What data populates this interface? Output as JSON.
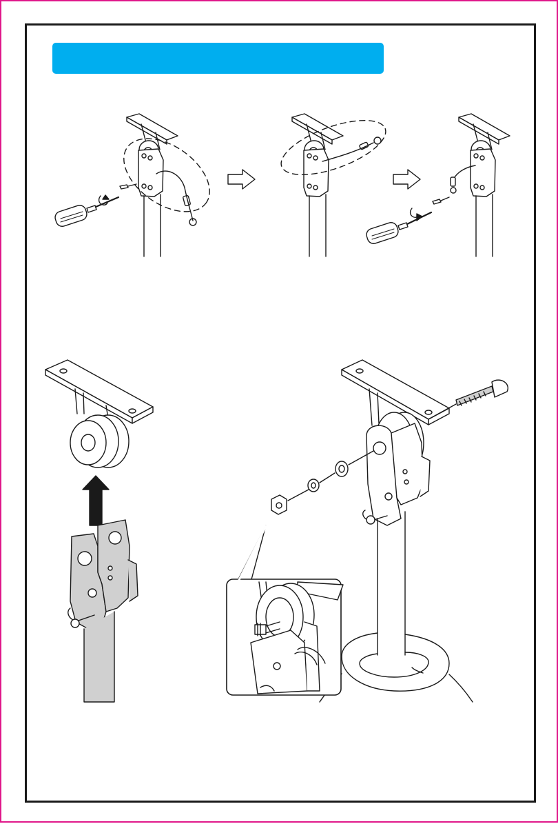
{
  "header": {
    "title": ""
  },
  "colors": {
    "border": "#e0188a",
    "header_bar": "#00aeef",
    "line": "#1a1a1a",
    "part_fill": "#d0d0d0"
  },
  "steps_top": [
    {
      "name": "remove-screw-step"
    },
    {
      "name": "detach-cable-step"
    },
    {
      "name": "reattach-cable-step"
    }
  ],
  "steps_bottom": [
    {
      "name": "slide-bracket-onto-pulley-step"
    },
    {
      "name": "fasten-bolt-step"
    }
  ]
}
